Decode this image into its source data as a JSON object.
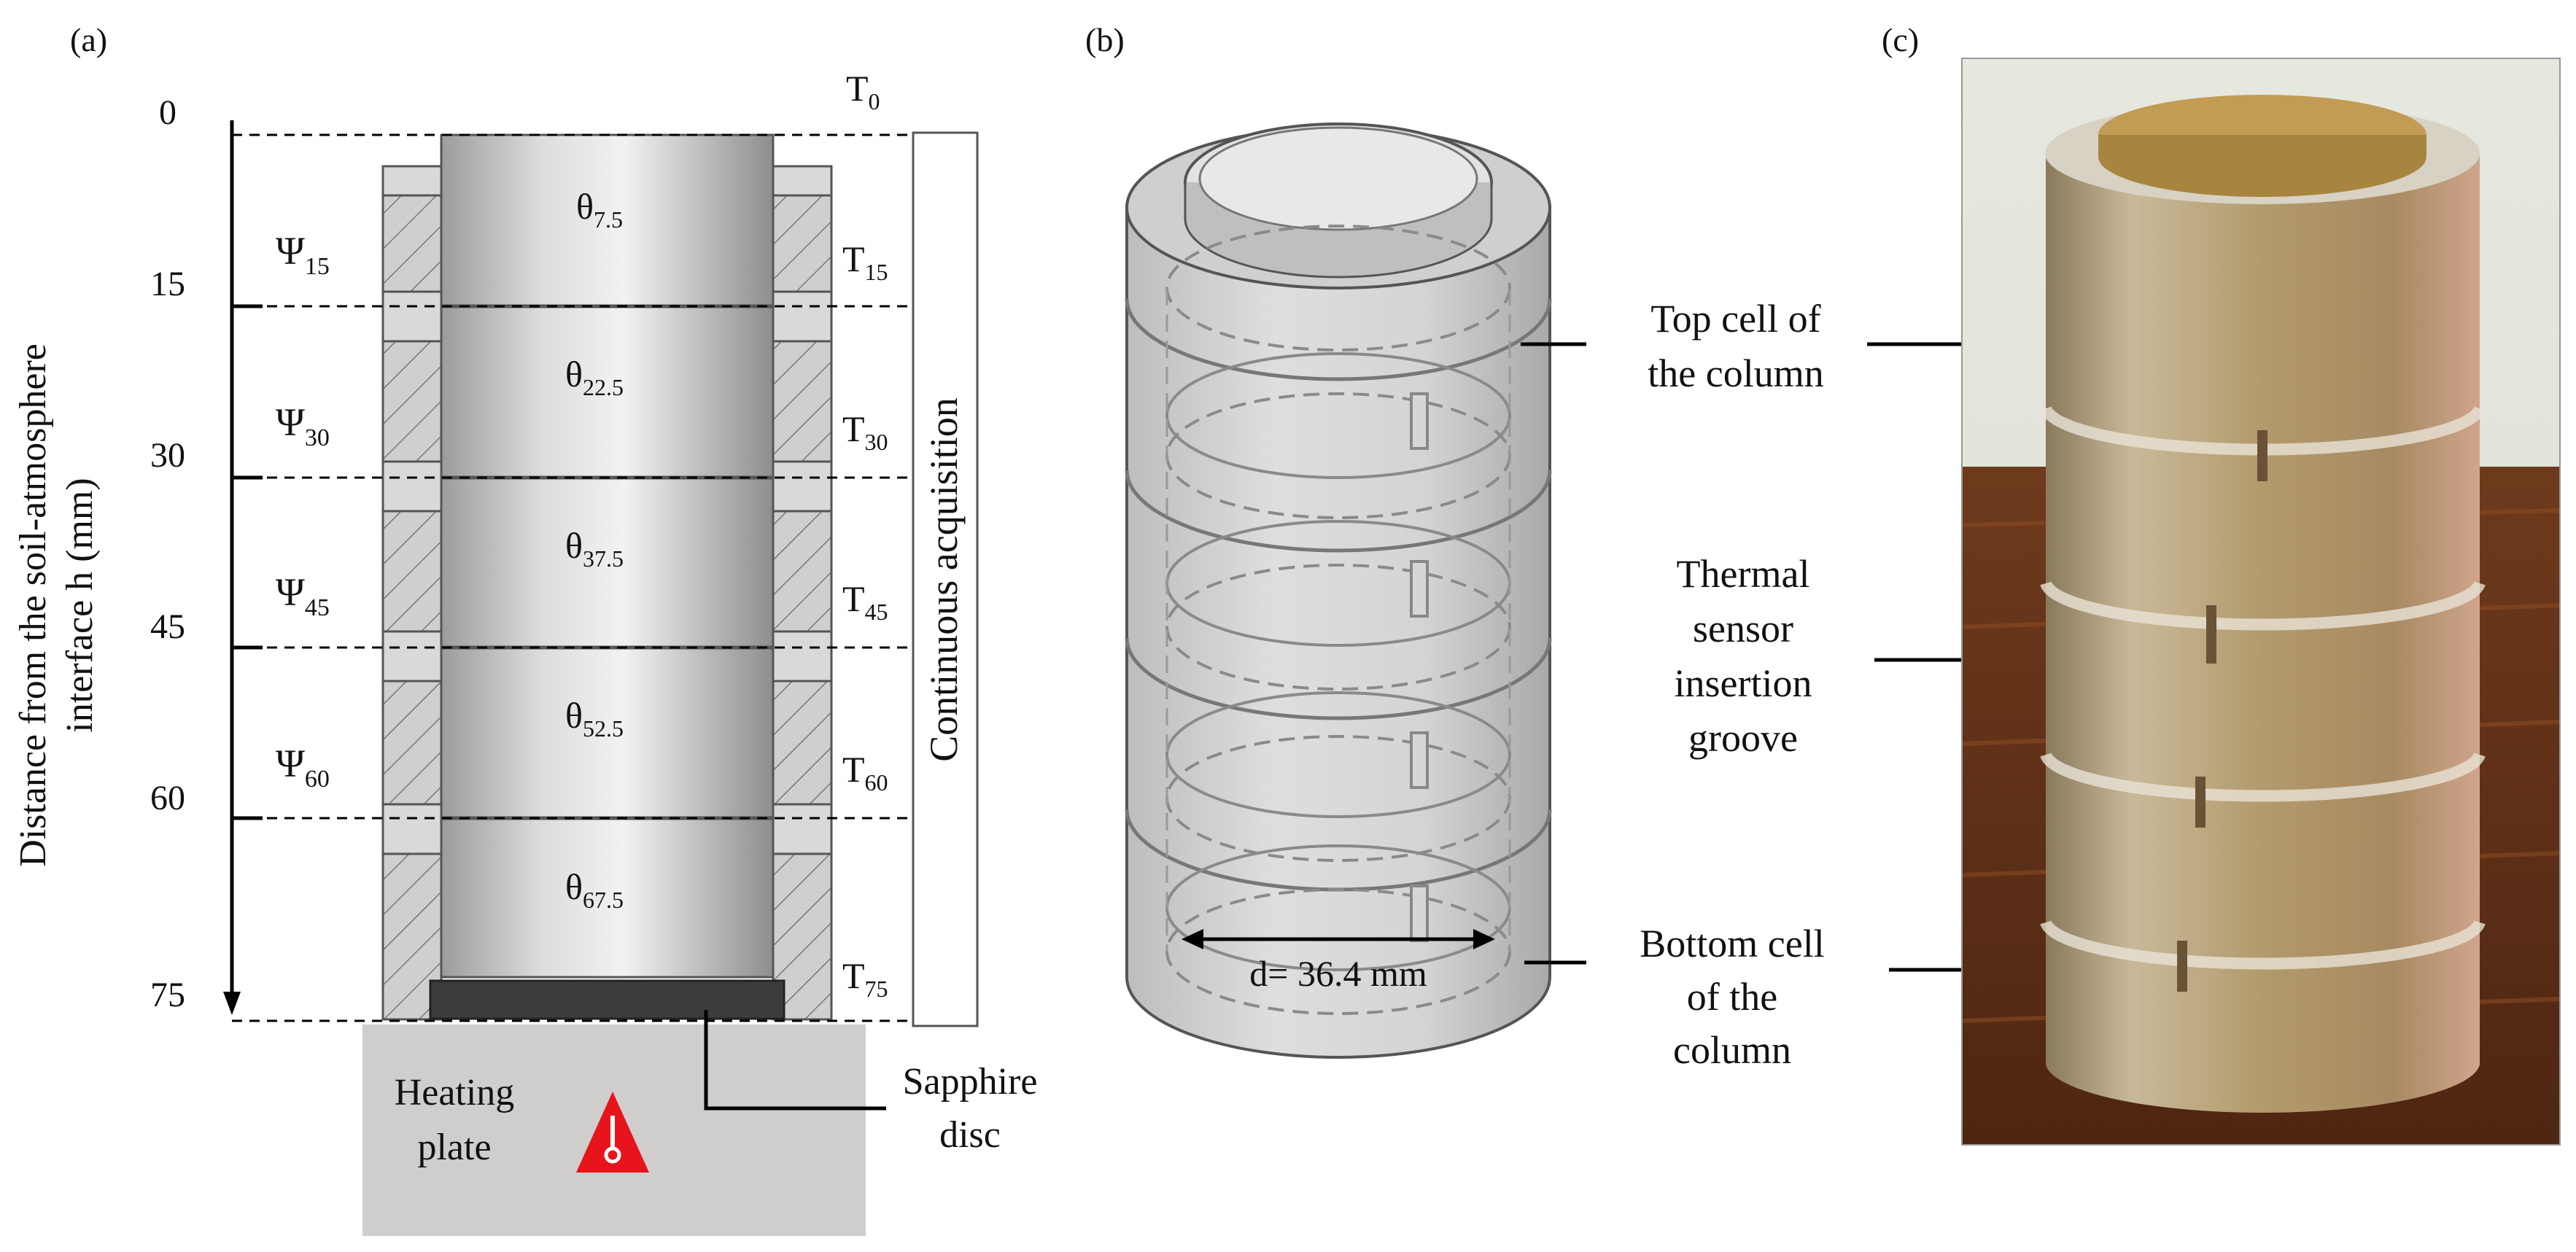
{
  "panels": {
    "a": {
      "label": "(a)",
      "y_axis_label_line1": "Distance from the soil-atmosphere",
      "y_axis_label_line2": "interface h (mm)",
      "ticks": [
        "0",
        "15",
        "30",
        "45",
        "60",
        "75"
      ],
      "psi": [
        {
          "sym": "Ψ",
          "sub": "15"
        },
        {
          "sym": "Ψ",
          "sub": "30"
        },
        {
          "sym": "Ψ",
          "sub": "45"
        },
        {
          "sym": "Ψ",
          "sub": "60"
        }
      ],
      "theta": [
        {
          "sym": "θ",
          "sub": "7.5"
        },
        {
          "sym": "θ",
          "sub": "22.5"
        },
        {
          "sym": "θ",
          "sub": "37.5"
        },
        {
          "sym": "θ",
          "sub": "52.5"
        },
        {
          "sym": "θ",
          "sub": "67.5"
        }
      ],
      "temps": [
        {
          "sym": "T",
          "sub": "0"
        },
        {
          "sym": "T",
          "sub": "15"
        },
        {
          "sym": "T",
          "sub": "30"
        },
        {
          "sym": "T",
          "sub": "45"
        },
        {
          "sym": "T",
          "sub": "60"
        },
        {
          "sym": "T",
          "sub": "75"
        }
      ],
      "acquisition_label": "Continuous acquisition",
      "heating_plate_line1": "Heating",
      "heating_plate_line2": "plate",
      "sapphire_line1": "Sapphire",
      "sapphire_line2": "disc"
    },
    "b": {
      "label": "(b)",
      "diameter_label": "d= 36.4 mm",
      "top_cell_line1": "Top cell of",
      "top_cell_line2": "the column",
      "bottom_cell_line1": "Bottom cell",
      "bottom_cell_line2": "of the",
      "bottom_cell_line3": "column"
    },
    "c": {
      "label": "(c)",
      "groove_line1": "Thermal",
      "groove_line2": "sensor",
      "groove_line3": "insertion",
      "groove_line4": "groove"
    }
  },
  "colors": {
    "warning_red": "#e8141b",
    "heating_plate": "#d0cdcd",
    "sapphire": "#3c3c3c",
    "wood": "#7a3f1f",
    "soil": "#b5954f"
  }
}
